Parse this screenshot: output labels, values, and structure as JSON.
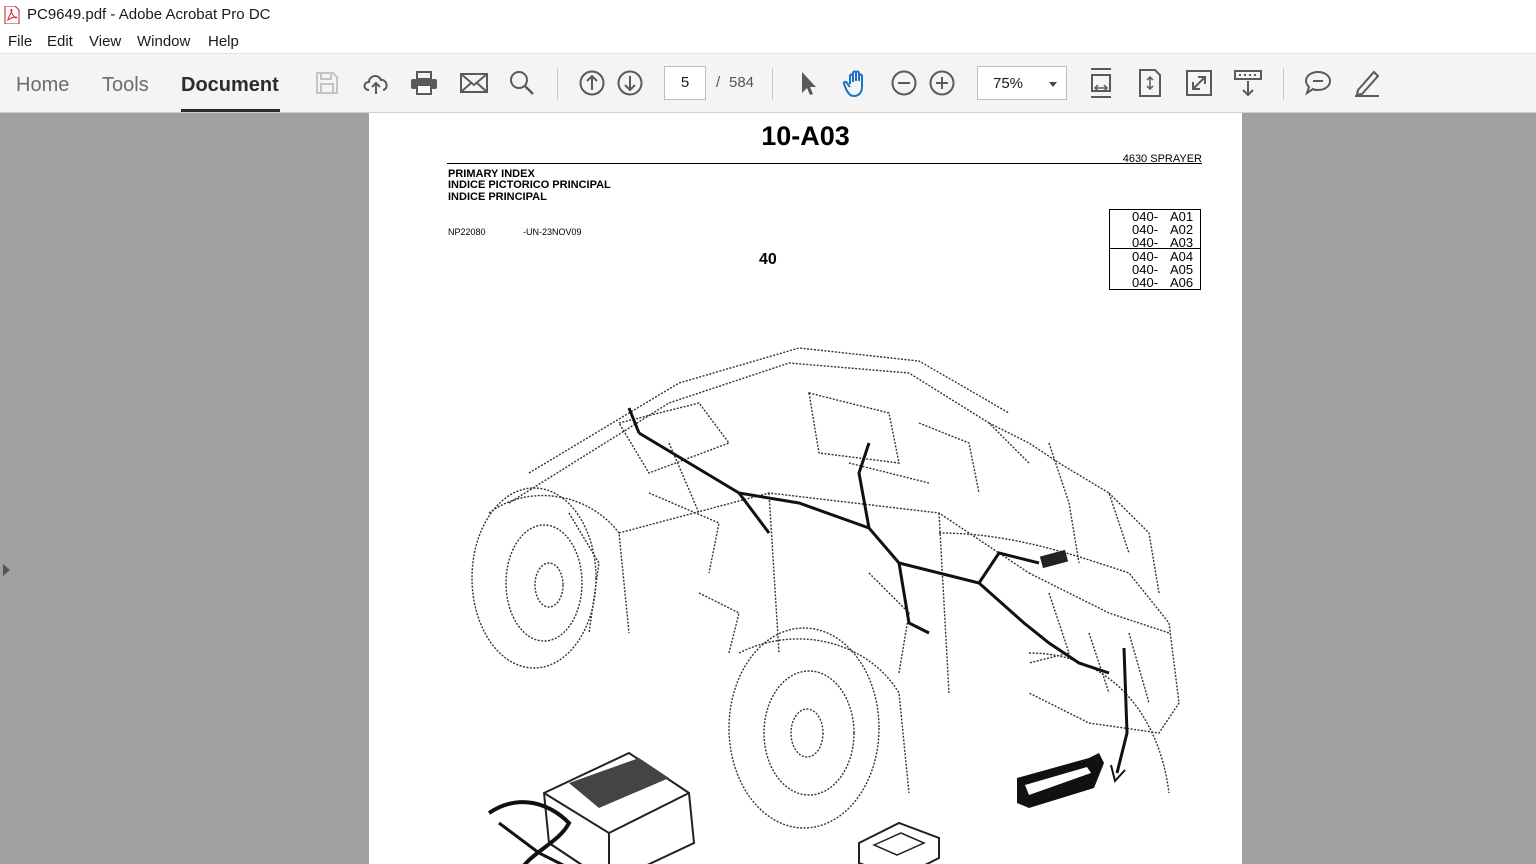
{
  "window": {
    "title": "PC9649.pdf - Adobe Acrobat Pro DC"
  },
  "menu": {
    "items": [
      "File",
      "Edit",
      "View",
      "Window",
      "Help"
    ]
  },
  "toolbar": {
    "tabs": [
      "Home",
      "Tools",
      "Document"
    ],
    "active_tab": "Document",
    "icons": [
      "save-icon",
      "upload-cloud-icon",
      "print-icon",
      "email-icon",
      "search-icon",
      "previous-page-icon",
      "next-page-icon",
      "select-arrow-icon",
      "hand-tool-icon",
      "zoom-out-icon",
      "zoom-in-icon",
      "fit-width-icon",
      "fit-page-icon",
      "full-screen-icon",
      "scroll-mode-icon",
      "comment-icon",
      "highlight-pen-icon"
    ],
    "current_page": "5",
    "page_separator": "/",
    "total_pages": "584",
    "zoom": "75%"
  },
  "document": {
    "title": "10-A03",
    "model": "4630  SPRAYER",
    "headings": [
      "PRIMARY INDEX",
      "INDICE PICTORICO PRINCIPAL",
      "INDICE PRINCIPAL"
    ],
    "code": "NP22080",
    "revision": "-UN-23NOV09",
    "section": "40",
    "ref_table": [
      {
        "group": "040-",
        "code": "A01"
      },
      {
        "group": "040-",
        "code": "A02"
      },
      {
        "group": "040-",
        "code": "A03"
      },
      {
        "group": "040-",
        "code": "A04"
      },
      {
        "group": "040-",
        "code": "A05"
      },
      {
        "group": "040-",
        "code": "A06"
      }
    ]
  },
  "colors": {
    "toolbar_bg": "#f4f4f4",
    "doc_bg": "#a0a0a0",
    "icon": "#5a5a5a",
    "pdf_red": "#d4282b"
  }
}
